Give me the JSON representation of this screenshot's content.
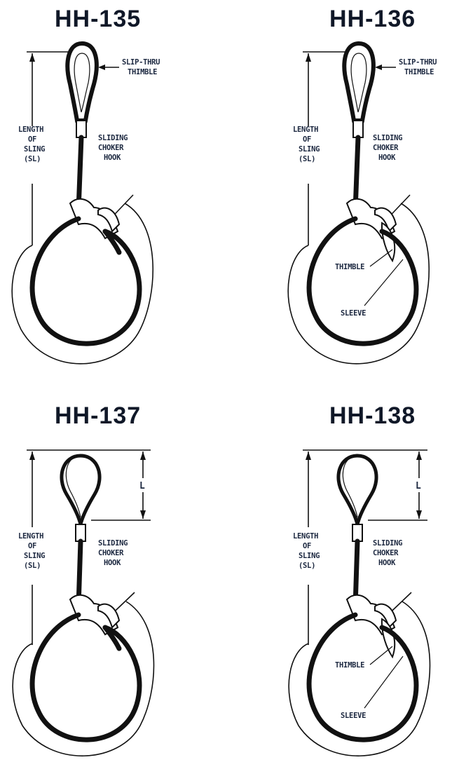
{
  "figures": [
    {
      "id": "HH-135",
      "title": "HH-135",
      "eye": "slip-thru-thimble",
      "labels": {
        "slip_thru_thimble": [
          "SLIP-THRU",
          "THIMBLE"
        ],
        "length_of_sling": [
          "LENGTH",
          "OF",
          "SLING",
          "(SL)"
        ],
        "sliding_choker_hook": [
          "SLIDING",
          "CHOKER",
          "HOOK"
        ]
      }
    },
    {
      "id": "HH-136",
      "title": "HH-136",
      "eye": "slip-thru-thimble",
      "labels": {
        "slip_thru_thimble": [
          "SLIP-THRU",
          "THIMBLE"
        ],
        "length_of_sling": [
          "LENGTH",
          "OF",
          "SLING",
          "(SL)"
        ],
        "sliding_choker_hook": [
          "SLIDING",
          "CHOKER",
          "HOOK"
        ],
        "thimble": "THIMBLE",
        "sleeve": "SLEEVE"
      }
    },
    {
      "id": "HH-137",
      "title": "HH-137",
      "eye": "soft-eye",
      "labels": {
        "eye_length": "L",
        "length_of_sling": [
          "LENGTH",
          "OF",
          "SLING",
          "(SL)"
        ],
        "sliding_choker_hook": [
          "SLIDING",
          "CHOKER",
          "HOOK"
        ]
      }
    },
    {
      "id": "HH-138",
      "title": "HH-138",
      "eye": "soft-eye",
      "labels": {
        "eye_length": "L",
        "length_of_sling": [
          "LENGTH",
          "OF",
          "SLING",
          "(SL)"
        ],
        "sliding_choker_hook": [
          "SLIDING",
          "CHOKER",
          "HOOK"
        ],
        "thimble": "THIMBLE",
        "sleeve": "SLEEVE"
      }
    }
  ]
}
